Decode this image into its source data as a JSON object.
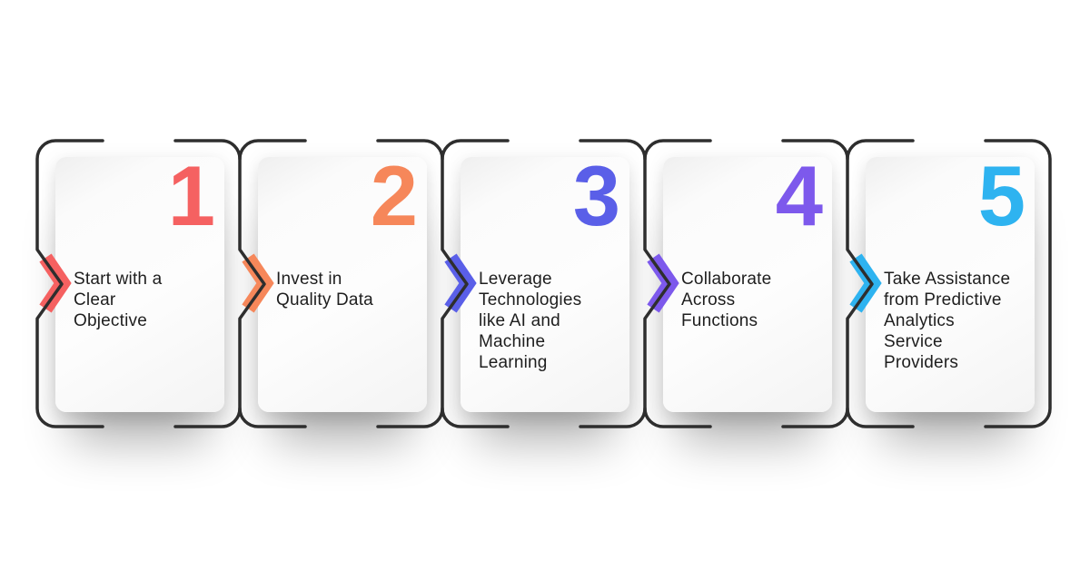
{
  "outline_color": "#2e2e2e",
  "background_color": "#ffffff",
  "text_color": "#1e1e1e",
  "steps": [
    {
      "number": "1",
      "color": "#f56161",
      "label": "Start with a Clear Objective",
      "lines": [
        "Start with a",
        "Clear",
        "Objective"
      ]
    },
    {
      "number": "2",
      "color": "#f6875a",
      "label": "Invest in Quality Data",
      "lines": [
        "Invest in",
        "Quality Data"
      ]
    },
    {
      "number": "3",
      "color": "#5a5fe8",
      "label": "Leverage Technologies like AI and Machine Learning",
      "lines": [
        "Leverage",
        "Technologies",
        "like AI and",
        "Machine",
        "Learning"
      ]
    },
    {
      "number": "4",
      "color": "#7d59ec",
      "label": "Collaborate Across Functions",
      "lines": [
        "Collaborate",
        "Across",
        "Functions"
      ]
    },
    {
      "number": "5",
      "color": "#2eb3f0",
      "label": "Take Assistance from Predictive Analytics Service Providers",
      "lines": [
        "Take Assistance",
        "from Predictive",
        "Analytics",
        "Service",
        "Providers"
      ]
    }
  ]
}
